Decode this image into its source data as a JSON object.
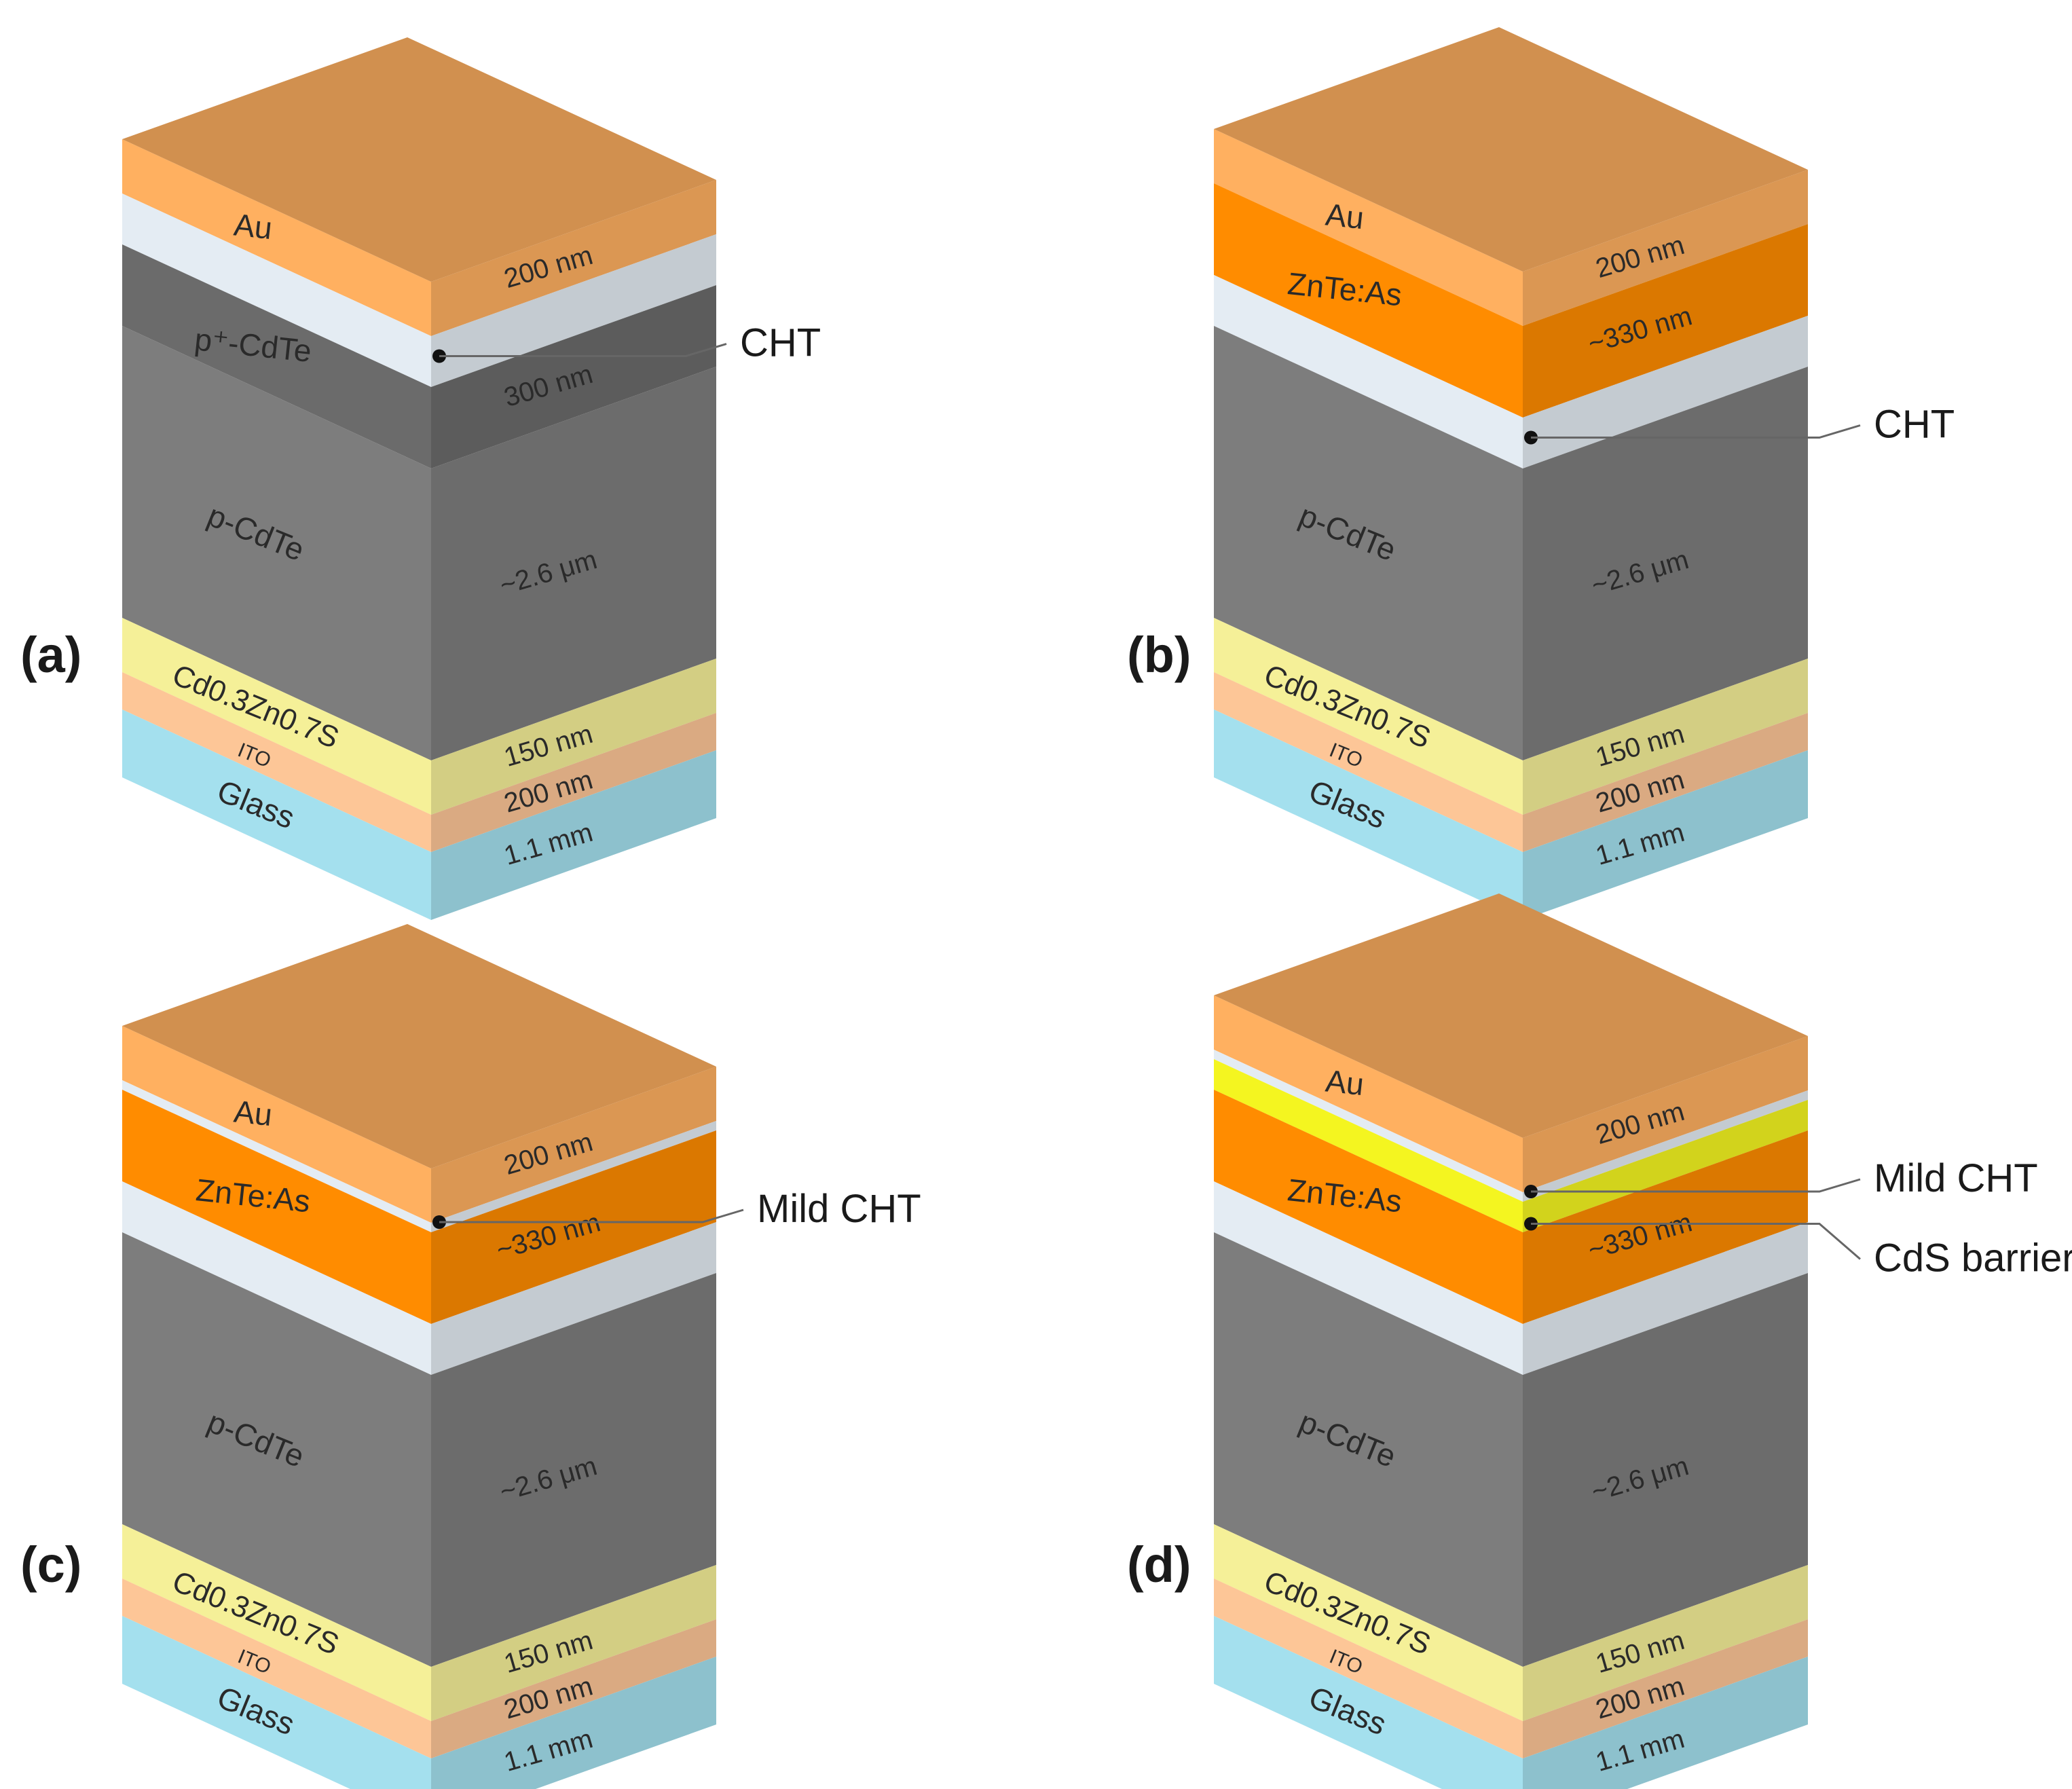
{
  "colors": {
    "au": "#ffb060",
    "cht": "#e4ecf3",
    "znte": "#ff8c00",
    "p_plus": "#6b6b6b",
    "p_cdte": "#7d7d7d",
    "czs": "#f5f098",
    "ito": "#fdc697",
    "glass": "#a4e0ee",
    "cds": "#f4f520"
  },
  "panels": [
    {
      "letter": "(a)",
      "layers": [
        {
          "name": "Au",
          "thickness": "200 nm",
          "color_key": "au"
        },
        {
          "name": "",
          "thickness": "",
          "color_key": "cht"
        },
        {
          "name": "p⁺-CdTe",
          "thickness": "300 nm",
          "color_key": "p_plus"
        },
        {
          "name": "p-CdTe",
          "thickness": "~2.6 μm",
          "color_key": "p_cdte"
        },
        {
          "name": "Cd0.3Zn0.7S",
          "thickness": "150 nm",
          "color_key": "czs"
        },
        {
          "name": "ITO",
          "thickness": "200 nm",
          "color_key": "ito"
        },
        {
          "name": "Glass",
          "thickness": "1.1 mm",
          "color_key": "glass"
        }
      ],
      "callouts": [
        {
          "text": "CHT",
          "layer_index": 1
        }
      ]
    },
    {
      "letter": "(b)",
      "layers": [
        {
          "name": "Au",
          "thickness": "200 nm",
          "color_key": "au"
        },
        {
          "name": "ZnTe:As",
          "thickness": "~330 nm",
          "color_key": "znte"
        },
        {
          "name": "",
          "thickness": "",
          "color_key": "cht"
        },
        {
          "name": "p-CdTe",
          "thickness": "~2.6 μm",
          "color_key": "p_cdte"
        },
        {
          "name": "Cd0.3Zn0.7S",
          "thickness": "150 nm",
          "color_key": "czs"
        },
        {
          "name": "ITO",
          "thickness": "200 nm",
          "color_key": "ito"
        },
        {
          "name": "Glass",
          "thickness": "1.1 mm",
          "color_key": "glass"
        }
      ],
      "callouts": [
        {
          "text": "CHT",
          "layer_index": 2
        }
      ]
    },
    {
      "letter": "(c)",
      "layers": [
        {
          "name": "Au",
          "thickness": "200 nm",
          "color_key": "au"
        },
        {
          "name": "",
          "thickness": "",
          "color_key": "cht"
        },
        {
          "name": "ZnTe:As",
          "thickness": "~330 nm",
          "color_key": "znte"
        },
        {
          "name": "",
          "thickness": "",
          "color_key": "cht"
        },
        {
          "name": "p-CdTe",
          "thickness": "~2.6 μm",
          "color_key": "p_cdte"
        },
        {
          "name": "Cd0.3Zn0.7S",
          "thickness": "150 nm",
          "color_key": "czs"
        },
        {
          "name": "ITO",
          "thickness": "200 nm",
          "color_key": "ito"
        },
        {
          "name": "Glass",
          "thickness": "1.1 mm",
          "color_key": "glass"
        }
      ],
      "callouts": [
        {
          "text": "Mild CHT",
          "layer_index": 1
        }
      ]
    },
    {
      "letter": "(d)",
      "layers": [
        {
          "name": "Au",
          "thickness": "200 nm",
          "color_key": "au"
        },
        {
          "name": "",
          "thickness": "",
          "color_key": "cht"
        },
        {
          "name": "",
          "thickness": "",
          "color_key": "cds"
        },
        {
          "name": "ZnTe:As",
          "thickness": "~330 nm",
          "color_key": "znte"
        },
        {
          "name": "",
          "thickness": "",
          "color_key": "cht"
        },
        {
          "name": "p-CdTe",
          "thickness": "~2.6 μm",
          "color_key": "p_cdte"
        },
        {
          "name": "Cd0.3Zn0.7S",
          "thickness": "150 nm",
          "color_key": "czs"
        },
        {
          "name": "ITO",
          "thickness": "200 nm",
          "color_key": "ito"
        },
        {
          "name": "Glass",
          "thickness": "1.1 mm",
          "color_key": "glass"
        }
      ],
      "callouts": [
        {
          "text": "Mild CHT",
          "layer_index": 1
        },
        {
          "text": "CdS barrier",
          "layer_index": 2
        }
      ]
    }
  ]
}
